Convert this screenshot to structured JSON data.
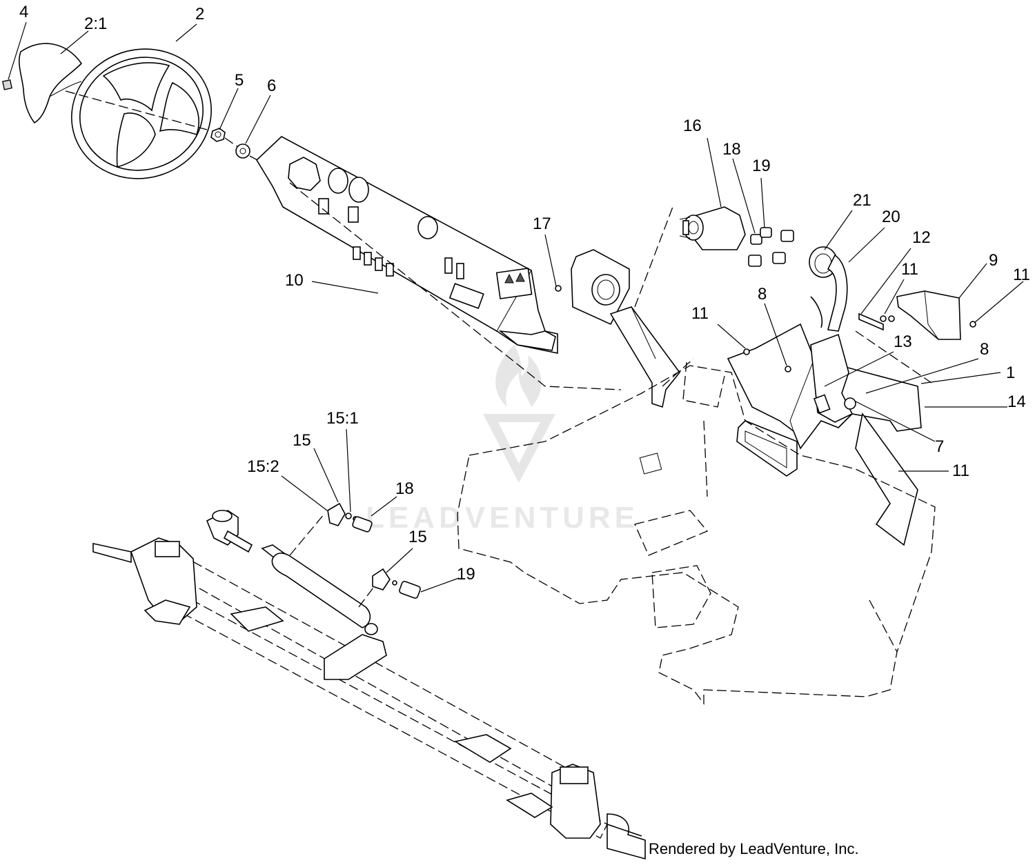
{
  "diagram": {
    "callouts": {
      "c1": "1",
      "c2": "2",
      "c2_1": "2:1",
      "c4": "4",
      "c5": "5",
      "c6": "6",
      "c7": "7",
      "c8a": "8",
      "c8b": "8",
      "c9": "9",
      "c10": "10",
      "c11a": "11",
      "c11b": "11",
      "c11c": "11",
      "c11d": "11",
      "c12": "12",
      "c13": "13",
      "c14": "14",
      "c15a": "15",
      "c15b": "15",
      "c15_1": "15:1",
      "c15_2": "15:2",
      "c16": "16",
      "c17": "17",
      "c18a": "18",
      "c18b": "18",
      "c19a": "19",
      "c19b": "19",
      "c20": "20",
      "c21": "21"
    },
    "watermark": "LEADVENTURE",
    "credit": "Rendered by LeadVenture, Inc."
  }
}
